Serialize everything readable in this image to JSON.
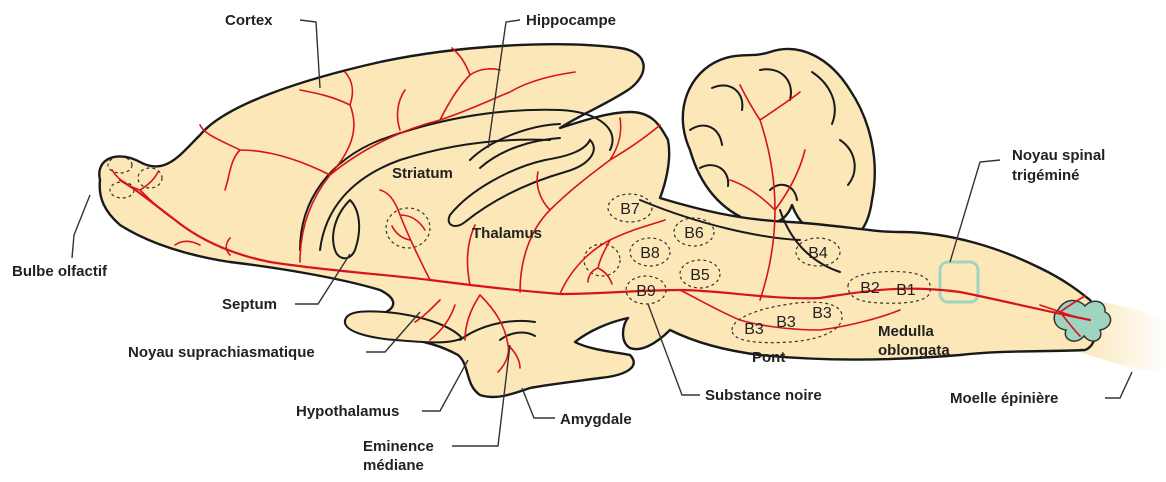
{
  "labels": {
    "cortex": "Cortex",
    "hippocampe": "Hippocampe",
    "striatum": "Striatum",
    "thalamus": "Thalamus",
    "bulbe_olfactif": "Bulbe olfactif",
    "septum": "Septum",
    "noyau_suprachiasmatique": "Noyau suprachiasmatique",
    "hypothalamus": "Hypothalamus",
    "eminence_line1": "Eminence",
    "eminence_line2": "médiane",
    "amygdale": "Amygdale",
    "substance_noire": "Substance noire",
    "pont": "Pont",
    "medulla_line1": "Medulla",
    "medulla_line2": "oblongata",
    "noyau_spinal_line1": "Noyau spinal",
    "noyau_spinal_line2": "trigéminé",
    "moelle_epiniere": "Moelle épinière"
  },
  "nuclei": {
    "b1": "B1",
    "b2": "B2",
    "b3a": "B3",
    "b3b": "B3",
    "b3c": "B3",
    "b4": "B4",
    "b5": "B5",
    "b6": "B6",
    "b7": "B7",
    "b8": "B8",
    "b9": "B9"
  },
  "colors": {
    "tissue": "#fbe7b8",
    "serotonin_pathway": "#d8141b",
    "trigeminal_nucleus": "#9fd4c0",
    "outline": "#1a1a1a"
  }
}
